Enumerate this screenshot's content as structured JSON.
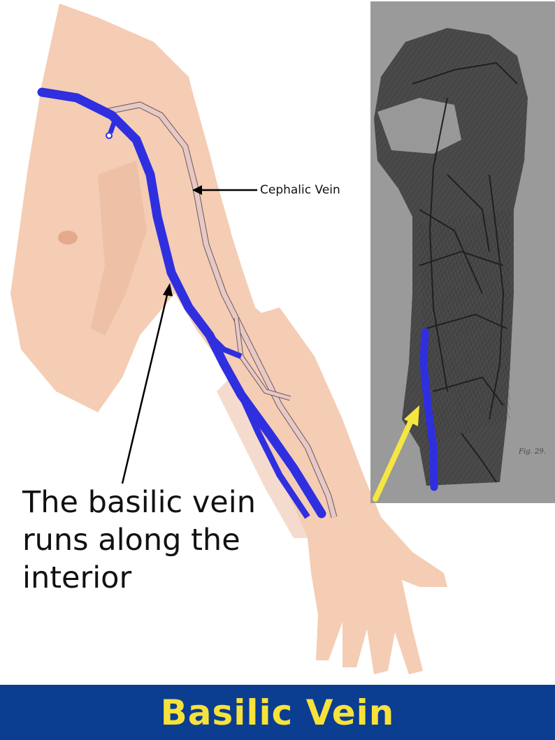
{
  "title": "Basilic Vein",
  "callout": {
    "lines": [
      "The basilic vein",
      "runs along the",
      "interior"
    ]
  },
  "cephalic_label": "Cephalic Vein",
  "figure_caption": "Fig. 29.",
  "colors": {
    "skin": "#f4cdb4",
    "skin_shadow": "#e9b79b",
    "basilic_vein": "#2f2fe0",
    "cephalic_vein": "#e6c9c6",
    "title_bar": "#0b3d91",
    "title_text": "#f7e23b",
    "engraving_bg": "#9a9a9a",
    "highlight_arrow": "#f5e642"
  },
  "icons": [
    "arrow-pointer-icon",
    "yellow-arrow-icon"
  ]
}
